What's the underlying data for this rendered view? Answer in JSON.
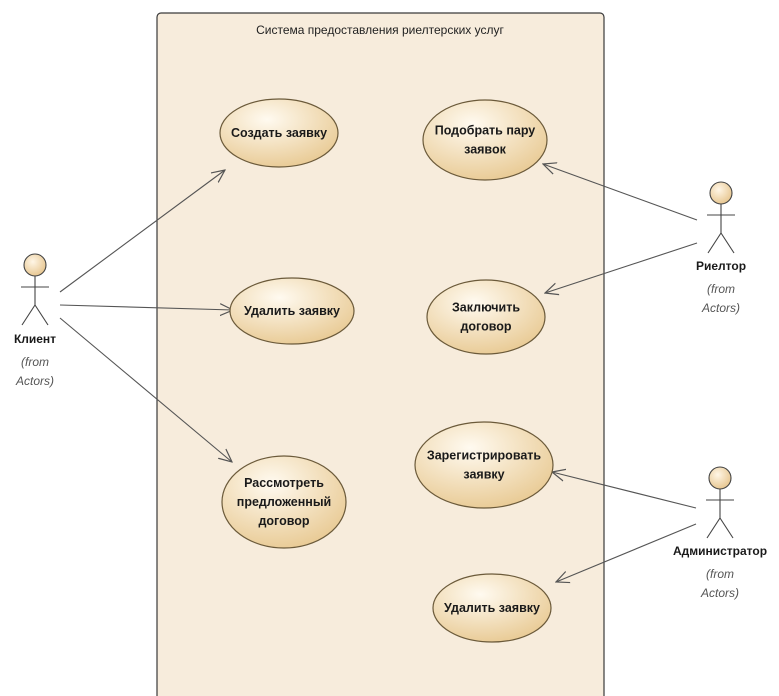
{
  "system": {
    "title": "Система предоставления риелтерских услуг"
  },
  "use_cases": [
    {
      "id": "uc1",
      "lines": [
        "Создать заявку"
      ]
    },
    {
      "id": "uc2",
      "lines": [
        "Удалить заявку"
      ]
    },
    {
      "id": "uc3",
      "lines": [
        "Рассмотреть",
        "предложенный",
        "договор"
      ]
    },
    {
      "id": "uc4",
      "lines": [
        "Подобрать пару",
        "заявок"
      ]
    },
    {
      "id": "uc5",
      "lines": [
        "Заключить",
        "договор"
      ]
    },
    {
      "id": "uc6",
      "lines": [
        "Зарегистрировать",
        "заявку"
      ]
    },
    {
      "id": "uc7",
      "lines": [
        "Удалить заявку"
      ]
    }
  ],
  "actors": [
    {
      "id": "client",
      "name": "Клиент",
      "from": [
        "(from",
        "Actors)"
      ]
    },
    {
      "id": "realtor",
      "name": "Риелтор",
      "from": [
        "(from",
        "Actors)"
      ]
    },
    {
      "id": "admin",
      "name": "Администратор",
      "from": [
        "(from",
        "Actors)"
      ]
    }
  ],
  "associations": [
    {
      "from": "client",
      "to": "uc1"
    },
    {
      "from": "client",
      "to": "uc2"
    },
    {
      "from": "client",
      "to": "uc3"
    },
    {
      "from": "realtor",
      "to": "uc4"
    },
    {
      "from": "realtor",
      "to": "uc5"
    },
    {
      "from": "admin",
      "to": "uc6"
    },
    {
      "from": "admin",
      "to": "uc7"
    }
  ],
  "colors": {
    "boundary_fill": "#f7ecdc",
    "boundary_stroke": "#3a3a3a",
    "usecase_fill_light": "#fffaf0",
    "usecase_fill_dark": "#e8c992",
    "usecase_stroke": "#6b5a3a",
    "actor_head_light": "#fff6e6",
    "actor_head_dark": "#e6c48c",
    "line": "#555555"
  }
}
